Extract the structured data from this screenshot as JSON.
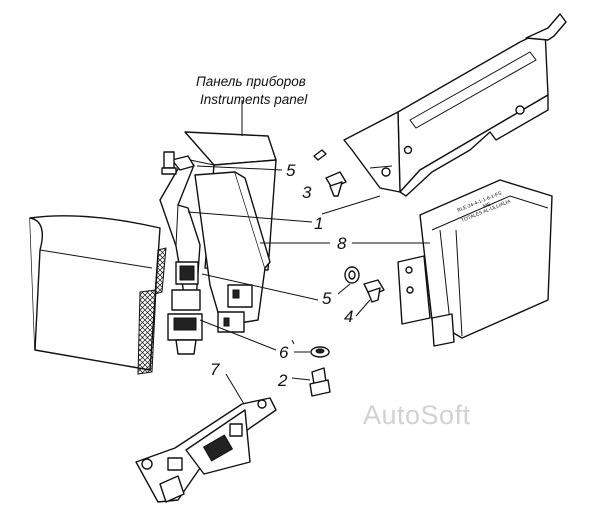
{
  "panel_caption": {
    "ru": "Панель приборов",
    "en": "Instruments panel"
  },
  "callouts": {
    "c1": "1",
    "c2": "2",
    "c3": "3",
    "c4": "4",
    "c5_upper": "5",
    "c5_lower": "5",
    "c6": "6",
    "c7": "7",
    "c8": "8"
  },
  "watermark": "AutoSoft"
}
